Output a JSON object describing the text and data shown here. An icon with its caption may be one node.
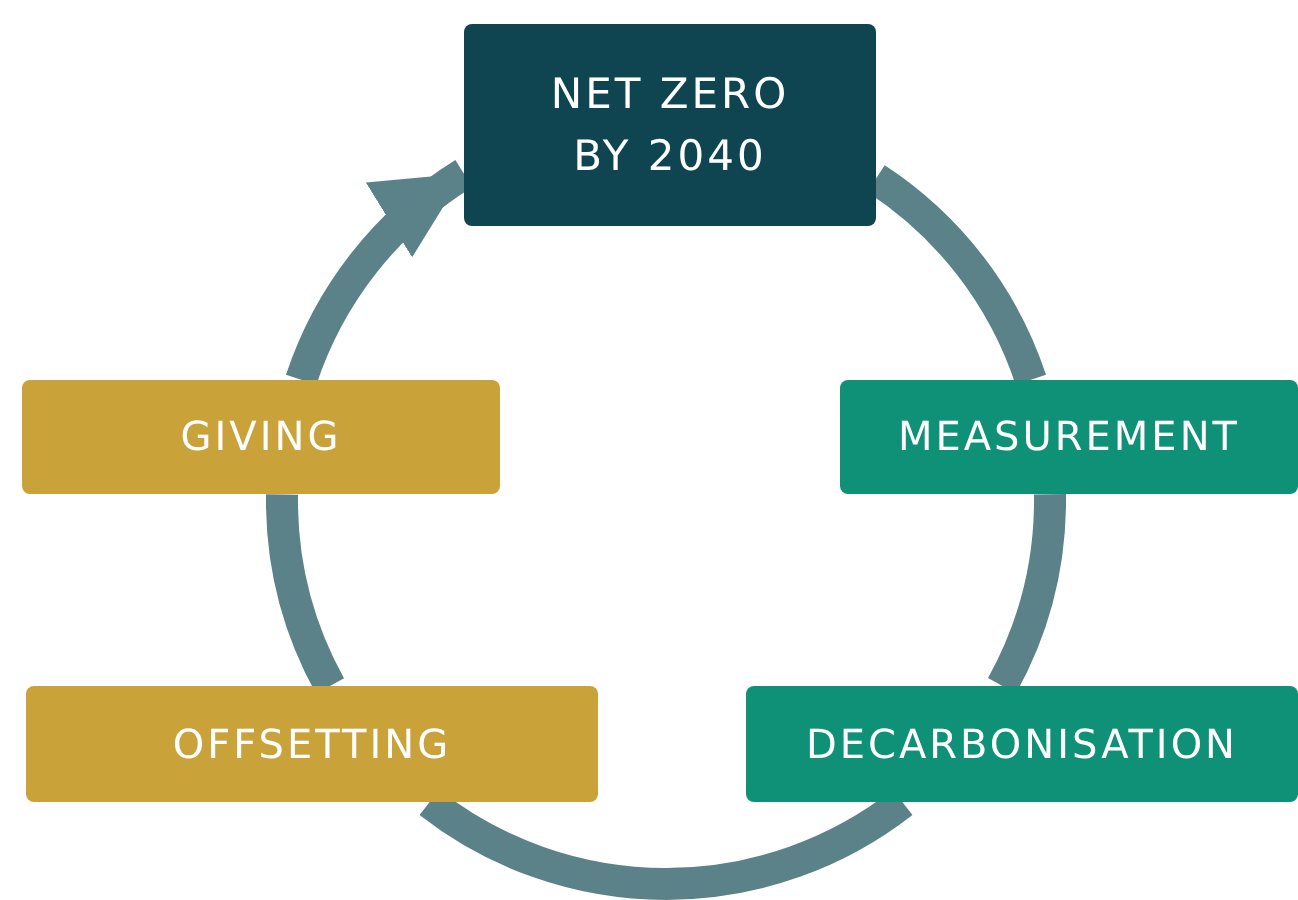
{
  "diagram": {
    "nodes": [
      {
        "text": [
          "NET ZERO BY 2040"
        ]
      },
      {
        "text": [
          "GIVING"
        ]
      },
      {
        "text": [
          "MEASUREMENT"
        ]
      },
      {
        "text": [
          "OFFSETTING"
        ]
      },
      {
        "text": [
          "DECARBONISATION"
        ]
      }
    ],
    "edges": [
      {
        "from": 0,
        "to": 2,
        "arrow": "none"
      },
      {
        "from": 2,
        "to": 4,
        "arrow": "none"
      },
      {
        "from": 4,
        "to": 3,
        "arrow": "none"
      },
      {
        "from": 3,
        "to": 1,
        "arrow": "none"
      },
      {
        "from": 1,
        "to": 0,
        "arrow": "to"
      }
    ]
  }
}
